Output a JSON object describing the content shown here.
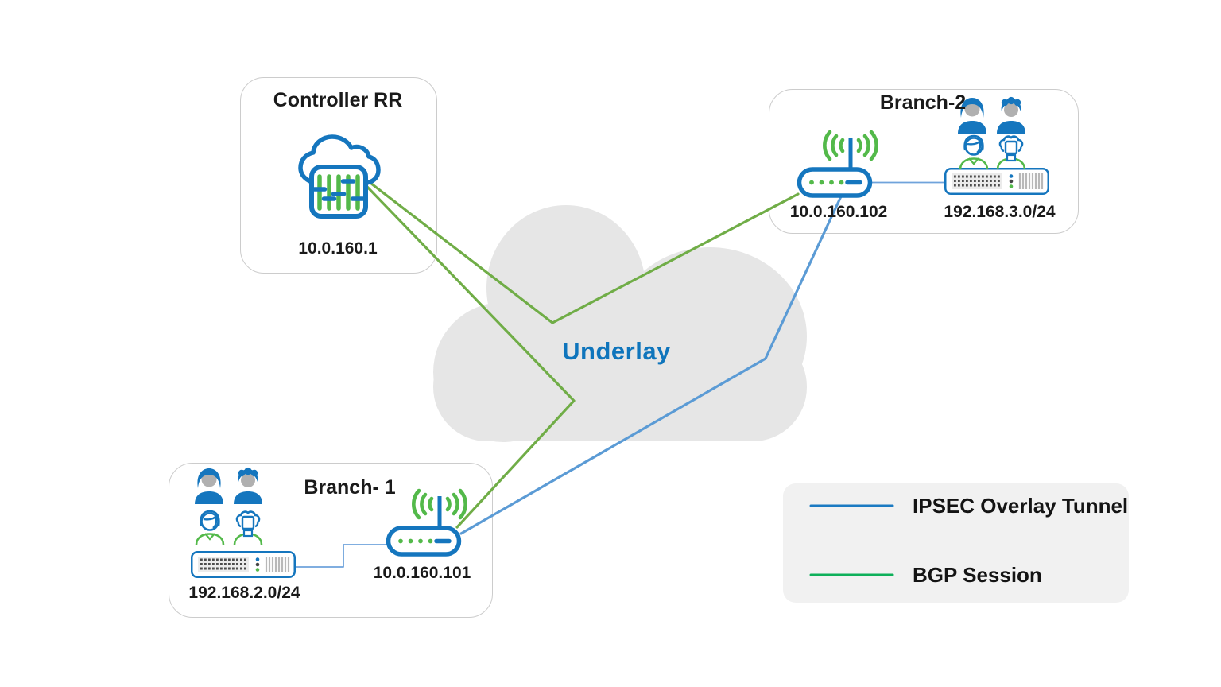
{
  "diagram": {
    "controller": {
      "title": "Controller RR",
      "ip": "10.0.160.1"
    },
    "branch2": {
      "title": "Branch-2",
      "router_ip": "10.0.160.102",
      "lan_subnet": "192.168.3.0/24"
    },
    "branch1": {
      "title": "Branch- 1",
      "router_ip": "10.0.160.101",
      "lan_subnet": "192.168.2.0/24"
    },
    "underlay_label": "Underlay"
  },
  "legend": {
    "items": [
      {
        "label": "IPSEC Overlay Tunnel",
        "color": "#1b7ac2"
      },
      {
        "label": "BGP Session",
        "color": "#0eb05a"
      }
    ]
  },
  "colors": {
    "bgp_session_line": "#70ad47",
    "ipsec_tunnel_line": "#5b9bd5",
    "lan_link_line": "#6fa3db",
    "icon_blue": "#1576be",
    "icon_green": "#53b94a",
    "cloud_fill": "#e6e6e6",
    "underlay_text": "#0f75bc"
  }
}
